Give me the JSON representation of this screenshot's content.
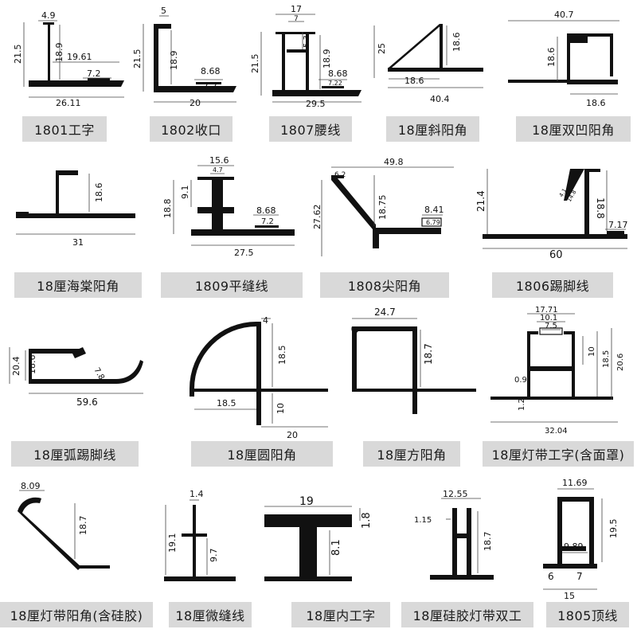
{
  "profiles": [
    {
      "name": "1801工字",
      "dims": [
        "4.9",
        "21.5",
        "18.9",
        "19.61",
        "7.2",
        "26.11"
      ]
    },
    {
      "name": "1802收口",
      "dims": [
        "5",
        "21.5",
        "18.9",
        "8.68",
        "7.2",
        "20"
      ]
    },
    {
      "name": "1807腰线",
      "dims": [
        "17",
        "7",
        "5.3",
        "21.5",
        "18.9",
        "8.68",
        "7.22",
        "29.5"
      ]
    },
    {
      "name": "18厘斜阳角",
      "dims": [
        "25",
        "18.6",
        "18.6",
        "40.4"
      ]
    },
    {
      "name": "18厘双凹阳角",
      "dims": [
        "40.7",
        "18.6",
        "18.6"
      ]
    },
    {
      "name": "18厘海棠阳角",
      "dims": [
        "18.6",
        "31"
      ]
    },
    {
      "name": "1809平缝线",
      "dims": [
        "15.6",
        "4.7",
        "9.1",
        "18.8",
        "8.68",
        "7.2",
        "27.5"
      ]
    },
    {
      "name": "1808尖阳角",
      "dims": [
        "6.2",
        "49.8",
        "27.62",
        "18.75",
        "8.41",
        "6.79"
      ]
    },
    {
      "name": "1806踢脚线",
      "dims": [
        "21.4",
        "18.8",
        "7.17",
        "60",
        "4.1",
        "14.8"
      ]
    },
    {
      "name": "18厘弧踢脚线",
      "dims": [
        "20.4",
        "18.6",
        "7.8",
        "59.6"
      ]
    },
    {
      "name": "18厘圆阳角",
      "dims": [
        "4",
        "18.5",
        "18.5",
        "10",
        "20"
      ]
    },
    {
      "name": "18厘方阳角",
      "dims": [
        "24.7",
        "18.7"
      ]
    },
    {
      "name": "18厘灯带工字(含面罩)",
      "dims": [
        "17.71",
        "10.1",
        "7.5",
        "10",
        "18.5",
        "20.6",
        "0.9",
        "1.2",
        "32.04"
      ]
    },
    {
      "name": "18厘灯带阳角(含硅胶)",
      "dims": [
        "8.09",
        "18.7"
      ]
    },
    {
      "name": "18厘微缝线",
      "dims": [
        "1.4",
        "19.1",
        "9.7"
      ]
    },
    {
      "name": "18厘内工字",
      "dims": [
        "19",
        "1.8",
        "8.1"
      ]
    },
    {
      "name": "18厘硅胶灯带双工",
      "dims": [
        "12.55",
        "1.15",
        "18.7"
      ]
    },
    {
      "name": "1805顶线",
      "dims": [
        "11.69",
        "19.5",
        "9.89",
        "6",
        "7",
        "15"
      ]
    }
  ]
}
